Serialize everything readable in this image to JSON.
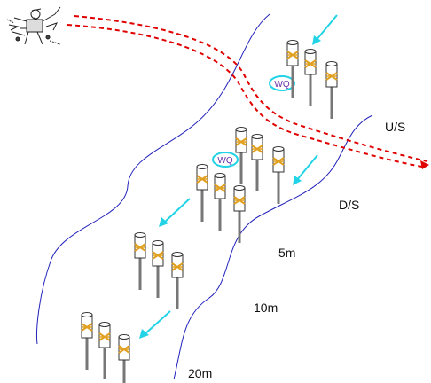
{
  "labels": {
    "upstream": "U/S",
    "downstream": "D/S",
    "dist_5": "5m",
    "dist_10": "10m",
    "dist_20": "20m",
    "wq_upper": "WQ",
    "wq_lower": "WQ"
  },
  "colors": {
    "bank": "#2222bb",
    "route": "#e00000",
    "arrow": "#22d3e6",
    "wq_ring": "#22d3e6",
    "wq_text": "#6a2fa8",
    "post": "#777777",
    "band": "#e0a020"
  },
  "icons": {
    "cartoon": "angler-cartoon-icon",
    "flow": "flow-arrow-icon",
    "sampler": "sampler-post-icon"
  }
}
